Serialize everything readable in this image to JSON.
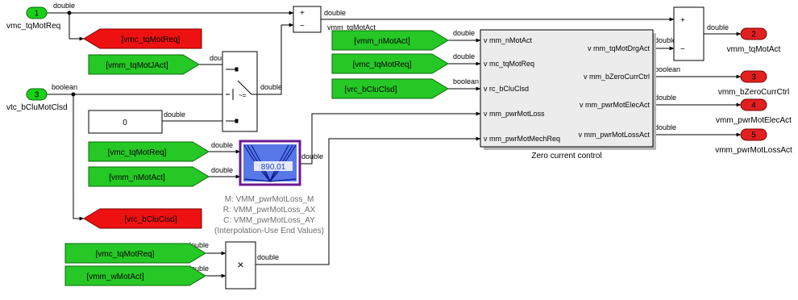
{
  "colors": {
    "inport": "#19d019",
    "outport": "#e22020",
    "goto": "#ee1111",
    "from": "#26c826",
    "lut_border": "#6a1c8f",
    "lut_fill": "#3050e0",
    "subsystem": "#ececec"
  },
  "inports": [
    {
      "number": "1",
      "label": "vmc_tqMotReq",
      "signal_type": "double"
    },
    {
      "number": "3",
      "label": "vtc_bCluMotClsd",
      "signal_type": "boolean"
    }
  ],
  "outports": [
    {
      "number": "2",
      "label": "vmm_tqMotAct",
      "signal_type": "double"
    },
    {
      "number": "3",
      "label": "vmm_bZeroCurrCtrl",
      "signal_type": "boolean"
    },
    {
      "number": "4",
      "label": "vmm_pwrMotElecAct",
      "signal_type": "double"
    },
    {
      "number": "5",
      "label": "vmm_pwrMotLossAct",
      "signal_type": "double"
    }
  ],
  "gotos": {
    "tq_req": "[vmc_tqMotReq]",
    "clu_clsd": "[vrc_bCluClsd]"
  },
  "froms": {
    "tq_jact": "[vmm_tqMotJAct]",
    "n_act_sub": "[vmm_nMotAct]",
    "tq_req_sub": "[vmc_tqMotReq]",
    "clu_sub": "[vrc_bCluClsd]",
    "tq_req_lut": "[vmc_tqMotReq]",
    "n_act_lut": "[vmm_nMotAct]",
    "tq_req_mul": "[vmc_tqMotReq]",
    "w_act_mul": "[vmm_wMotAct]"
  },
  "constant": {
    "value": "0"
  },
  "sum_top": {
    "plus": "+",
    "minus": "−"
  },
  "sum_right": {
    "plus": "+",
    "minus": "−"
  },
  "product": {
    "symbol": "×"
  },
  "switch": {
    "threshold": "~="
  },
  "lut": {
    "value": "890.01",
    "lines": [
      "M: VMM_pwrMotLoss_M",
      "R: VMM_pwrMotLoss_AX",
      "C: VMM_pwrMotLoss_AY",
      "(Interpolation-Use End Values)"
    ]
  },
  "subsystem": {
    "name": "Zero current control",
    "inputs": [
      "v mm_nMotAct",
      "v mc_tqMotReq",
      "v rc_bCluClsd",
      "v mm_pwrMotLoss",
      "v mm_pwrMotMechReq"
    ],
    "outputs": [
      "v mm_tqMotDrgAct",
      "v mm_bZeroCurrCtrl",
      "v mm_pwrMotElecAct",
      "v mm_pwrMotLossAct"
    ]
  },
  "signals": {
    "s_tqreq": "double",
    "s_tqjact": "double",
    "s_bool": "boolean",
    "s_const": "double",
    "s_switch": "double",
    "s_sum1": "double",
    "s_tqmotact": "vmm_tqMotAct",
    "s_sub_n": "double",
    "s_sub_tq": "double",
    "s_sub_clu": "boolean",
    "s_lut_tq": "double",
    "s_lut_n": "double",
    "s_lut_out": "double",
    "s_mul_tq": "double",
    "s_mul_w": "double",
    "s_mul_out": "double",
    "s_drg": "double",
    "s_sum2": "double",
    "s_zero": "boolean",
    "s_elec": "double",
    "s_loss": "double"
  }
}
